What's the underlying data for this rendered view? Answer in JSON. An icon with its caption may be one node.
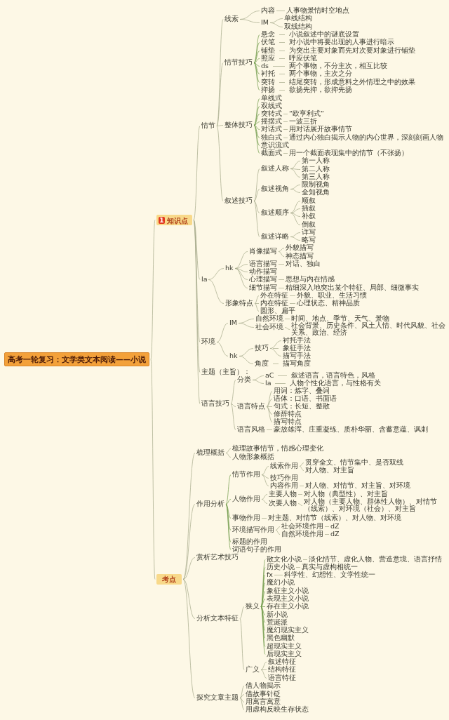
{
  "diagram": {
    "nodes": [
      {
        "text": [
          "高考一轮复习：文学类文本阅读——小说"
        ]
      },
      {
        "text": [
          "1",
          "知识点"
        ]
      },
      {
        "text": [
          "情节"
        ]
      },
      {
        "text": [
          "线索"
        ]
      },
      {
        "text": [
          "内容"
        ]
      },
      {
        "text": [
          "人事物景情时空地点"
        ]
      },
      {
        "text": [
          "IM"
        ]
      },
      {
        "text": [
          "单线结构"
        ]
      },
      {
        "text": [
          "双线结构"
        ]
      },
      {
        "text": [
          "情节技巧"
        ]
      },
      {
        "text": [
          "悬念"
        ]
      },
      {
        "text": [
          "小说叙述中的谜底设置"
        ]
      },
      {
        "text": [
          "伏笔"
        ]
      },
      {
        "text": [
          "对小说中将要出现的人事进行暗示"
        ]
      },
      {
        "text": [
          "铺垫"
        ]
      },
      {
        "text": [
          "为突出主要对象而先对次要对象进行铺垫"
        ]
      },
      {
        "text": [
          "照应"
        ]
      },
      {
        "text": [
          "呼应伏笔"
        ]
      },
      {
        "text": [
          "ds"
        ]
      },
      {
        "text": [
          "两个事物，不分主次，相互比较"
        ]
      },
      {
        "text": [
          "衬托"
        ]
      },
      {
        "text": [
          "两个事物，主次之分"
        ]
      },
      {
        "text": [
          "突转"
        ]
      },
      {
        "text": [
          "结尾突转，形成意料之外情理之中的效果"
        ]
      },
      {
        "text": [
          "抑扬"
        ]
      },
      {
        "text": [
          "欲扬先抑，欲抑先扬"
        ]
      },
      {
        "text": [
          "整体技巧"
        ]
      },
      {
        "text": [
          "单线式"
        ]
      },
      {
        "text": [
          "双线式"
        ]
      },
      {
        "text": [
          "突转式"
        ]
      },
      {
        "text": [
          "“欧亨利式”"
        ]
      },
      {
        "text": [
          "摇摆式"
        ]
      },
      {
        "text": [
          "一波三折"
        ]
      },
      {
        "text": [
          "对话式"
        ]
      },
      {
        "text": [
          "用对话展开故事情节"
        ]
      },
      {
        "text": [
          "独白式"
        ]
      },
      {
        "text": [
          "通过内心独白揭示人物的内心世界，深刻刻画人物"
        ]
      },
      {
        "text": [
          "意识流式"
        ]
      },
      {
        "text": [
          "截面式"
        ]
      },
      {
        "text": [
          "用一个截面表现集中的情节（不张扬）"
        ]
      },
      {
        "text": [
          "叙述技巧"
        ]
      },
      {
        "text": [
          "叙述人称"
        ]
      },
      {
        "text": [
          "第一人称"
        ]
      },
      {
        "text": [
          "第二人称"
        ]
      },
      {
        "text": [
          "第三人称"
        ]
      },
      {
        "text": [
          "叙述视角"
        ]
      },
      {
        "text": [
          "限制视角"
        ]
      },
      {
        "text": [
          "全知视角"
        ]
      },
      {
        "text": [
          "叙述顺序"
        ]
      },
      {
        "text": [
          "顺叙"
        ]
      },
      {
        "text": [
          "插叙"
        ]
      },
      {
        "text": [
          "补叙"
        ]
      },
      {
        "text": [
          "倒叙"
        ]
      },
      {
        "text": [
          "叙述详略"
        ]
      },
      {
        "text": [
          "详写"
        ]
      },
      {
        "text": [
          "略写"
        ]
      },
      {
        "text": [
          "la"
        ]
      },
      {
        "text": [
          "hk"
        ]
      },
      {
        "text": [
          "肖像描写"
        ]
      },
      {
        "text": [
          "外貌描写"
        ]
      },
      {
        "text": [
          "神态描写"
        ]
      },
      {
        "text": [
          "语言描写"
        ]
      },
      {
        "text": [
          "对话、独白"
        ]
      },
      {
        "text": [
          "动作描写"
        ]
      },
      {
        "text": [
          "心理描写"
        ]
      },
      {
        "text": [
          "思想与内在情感"
        ]
      },
      {
        "text": [
          "细节描写"
        ]
      },
      {
        "text": [
          "精细深入地突出某个特征、局部、细微事实"
        ]
      },
      {
        "text": [
          "形象特点"
        ]
      },
      {
        "text": [
          "外在特征"
        ]
      },
      {
        "text": [
          "外貌、职业、生活习惯"
        ]
      },
      {
        "text": [
          "内在特征"
        ]
      },
      {
        "text": [
          "心理状态、精神品质"
        ]
      },
      {
        "text": [
          "圆形、扁平"
        ]
      },
      {
        "text": [
          "环境"
        ]
      },
      {
        "text": [
          "IM"
        ]
      },
      {
        "text": [
          "自然环境"
        ]
      },
      {
        "text": [
          "时间、地点、季节、天气、景物"
        ]
      },
      {
        "text": [
          "社会环境"
        ]
      },
      {
        "text": [
          "社会背景、历史条件、风土人情、时代风貌、社会关系、政治、经济"
        ]
      },
      {
        "text": [
          "hk"
        ]
      },
      {
        "text": [
          "技巧"
        ]
      },
      {
        "text": [
          "衬托手法"
        ]
      },
      {
        "text": [
          "象征手法"
        ]
      },
      {
        "text": [
          "描写手法"
        ]
      },
      {
        "text": [
          "角度"
        ]
      },
      {
        "text": [
          "描写角度"
        ]
      },
      {
        "text": [
          "主题（主旨）："
        ]
      },
      {
        "text": [
          "语言技巧"
        ]
      },
      {
        "text": [
          "分类"
        ]
      },
      {
        "text": [
          "aC"
        ]
      },
      {
        "text": [
          "叙述语言，语言特色，风格"
        ]
      },
      {
        "text": [
          "la"
        ]
      },
      {
        "text": [
          "人物个性化语言，与性格有关"
        ]
      },
      {
        "text": [
          "语言特点"
        ]
      },
      {
        "text": [
          "用词：炼字、叠词"
        ]
      },
      {
        "text": [
          "语体：口语、书面语"
        ]
      },
      {
        "text": [
          "句式：长短、整散"
        ]
      },
      {
        "text": [
          "修辞特点"
        ]
      },
      {
        "text": [
          "描写特点"
        ]
      },
      {
        "text": [
          "语言风格"
        ]
      },
      {
        "text": [
          "豪放雄浑、庄重凝练、质朴华丽、含蓄意蕴、讽刺"
        ]
      },
      {
        "text": [
          "考点"
        ]
      },
      {
        "text": [
          "梳理概括"
        ]
      },
      {
        "text": [
          "梳理故事情节，情感心理变化"
        ]
      },
      {
        "text": [
          "人物形象概括"
        ]
      },
      {
        "text": [
          "作用分析"
        ]
      },
      {
        "text": [
          "情节作用"
        ]
      },
      {
        "text": [
          "线索作用"
        ]
      },
      {
        "text": [
          "贯穿全文、情节集中、是否双线"
        ]
      },
      {
        "text": [
          "对人物、对主旨"
        ]
      },
      {
        "text": [
          "技巧作用"
        ]
      },
      {
        "text": [
          "内容作用"
        ]
      },
      {
        "text": [
          "对人物、对情节、对主旨、对环境"
        ]
      },
      {
        "text": [
          "人物作用"
        ]
      },
      {
        "text": [
          "主要人物"
        ]
      },
      {
        "text": [
          "对人物（典型性）、对主旨"
        ]
      },
      {
        "text": [
          "次要人物"
        ]
      },
      {
        "text": [
          "对人物（主要人物、群体性人物）、对情节（线索）、对环境（社会）、对主旨"
        ]
      },
      {
        "text": [
          "事物作用"
        ]
      },
      {
        "text": [
          "对主题、对情节（线索）、对人物、对环境"
        ]
      },
      {
        "text": [
          "环境描写作用"
        ]
      },
      {
        "text": [
          "社会环境作用"
        ]
      },
      {
        "text": [
          "dZ"
        ]
      },
      {
        "text": [
          "自然环境作用"
        ]
      },
      {
        "text": [
          "dZ"
        ]
      },
      {
        "text": [
          "标题的作用"
        ]
      },
      {
        "text": [
          "词语句子的作用"
        ]
      },
      {
        "text": [
          "赏析艺术技巧"
        ]
      },
      {
        "text": [
          "分析文本特征"
        ]
      },
      {
        "text": [
          "狭义"
        ]
      },
      {
        "text": [
          "散文化小说"
        ]
      },
      {
        "text": [
          "淡化情节、虚化人物、营造意境、语言抒情"
        ]
      },
      {
        "text": [
          "历史小说"
        ]
      },
      {
        "text": [
          "真实与虚构相统一"
        ]
      },
      {
        "text": [
          "fx"
        ]
      },
      {
        "text": [
          "科学性、幻想性、文学性统一"
        ]
      },
      {
        "text": [
          "魔幻小说"
        ]
      },
      {
        "text": [
          "象征主义小说"
        ]
      },
      {
        "text": [
          "表现主义小说"
        ]
      },
      {
        "text": [
          "存在主义小说"
        ]
      },
      {
        "text": [
          "新小说"
        ]
      },
      {
        "text": [
          "荒诞派"
        ]
      },
      {
        "text": [
          "魔幻现实主义"
        ]
      },
      {
        "text": [
          "黑色幽默"
        ]
      },
      {
        "text": [
          "超现实主义"
        ]
      },
      {
        "text": [
          "后现实主义"
        ]
      },
      {
        "text": [
          "广义"
        ]
      },
      {
        "text": [
          "叙述特征"
        ]
      },
      {
        "text": [
          "结构特征"
        ]
      },
      {
        "text": [
          "语言特征"
        ]
      },
      {
        "text": [
          "探究文章主题"
        ]
      },
      {
        "text": [
          "借人物揭示"
        ]
      },
      {
        "text": [
          "借故事针砭"
        ]
      },
      {
        "text": [
          "用寓言寓意"
        ]
      },
      {
        "text": [
          "用虚构反映生存状态"
        ]
      }
    ],
    "edges": [
      {
        "from": 0,
        "to": 1,
        "arrow": "none"
      },
      {
        "from": 1,
        "to": 2,
        "arrow": "none"
      },
      {
        "from": 2,
        "to": 3,
        "arrow": "none"
      },
      {
        "from": 3,
        "to": 4,
        "arrow": "none"
      },
      {
        "from": 4,
        "to": 5,
        "arrow": "none"
      },
      {
        "from": 3,
        "to": 6,
        "arrow": "none"
      },
      {
        "from": 6,
        "to": 7,
        "arrow": "none"
      },
      {
        "from": 6,
        "to": 8,
        "arrow": "none"
      },
      {
        "from": 2,
        "to": 9,
        "arrow": "none"
      },
      {
        "from": 9,
        "to": 10,
        "arrow": "none"
      },
      {
        "from": 10,
        "to": 11,
        "arrow": "none"
      },
      {
        "from": 9,
        "to": 12,
        "arrow": "none"
      },
      {
        "from": 12,
        "to": 13,
        "arrow": "none"
      },
      {
        "from": 9,
        "to": 14,
        "arrow": "none"
      },
      {
        "from": 14,
        "to": 15,
        "arrow": "none"
      },
      {
        "from": 9,
        "to": 16,
        "arrow": "none"
      },
      {
        "from": 16,
        "to": 17,
        "arrow": "none"
      },
      {
        "from": 9,
        "to": 18,
        "arrow": "none"
      },
      {
        "from": 18,
        "to": 19,
        "arrow": "none"
      },
      {
        "from": 9,
        "to": 20,
        "arrow": "none"
      },
      {
        "from": 20,
        "to": 21,
        "arrow": "none"
      },
      {
        "from": 9,
        "to": 22,
        "arrow": "none"
      },
      {
        "from": 22,
        "to": 23,
        "arrow": "none"
      },
      {
        "from": 9,
        "to": 24,
        "arrow": "none"
      },
      {
        "from": 24,
        "to": 25,
        "arrow": "none"
      },
      {
        "from": 2,
        "to": 26,
        "arrow": "none"
      },
      {
        "from": 26,
        "to": 27,
        "arrow": "none"
      },
      {
        "from": 26,
        "to": 28,
        "arrow": "none"
      },
      {
        "from": 26,
        "to": 29,
        "arrow": "none"
      },
      {
        "from": 29,
        "to": 30,
        "arrow": "none"
      },
      {
        "from": 26,
        "to": 31,
        "arrow": "none"
      },
      {
        "from": 31,
        "to": 32,
        "arrow": "none"
      },
      {
        "from": 26,
        "to": 33,
        "arrow": "none"
      },
      {
        "from": 33,
        "to": 34,
        "arrow": "none"
      },
      {
        "from": 26,
        "to": 35,
        "arrow": "none"
      },
      {
        "from": 35,
        "to": 36,
        "arrow": "none"
      },
      {
        "from": 26,
        "to": 37,
        "arrow": "none"
      },
      {
        "from": 26,
        "to": 38,
        "arrow": "none"
      },
      {
        "from": 38,
        "to": 39,
        "arrow": "none"
      },
      {
        "from": 2,
        "to": 40,
        "arrow": "none"
      },
      {
        "from": 40,
        "to": 41,
        "arrow": "none"
      },
      {
        "from": 41,
        "to": 42,
        "arrow": "none"
      },
      {
        "from": 41,
        "to": 43,
        "arrow": "none"
      },
      {
        "from": 41,
        "to": 44,
        "arrow": "none"
      },
      {
        "from": 40,
        "to": 45,
        "arrow": "none"
      },
      {
        "from": 45,
        "to": 46,
        "arrow": "none"
      },
      {
        "from": 45,
        "to": 47,
        "arrow": "none"
      },
      {
        "from": 40,
        "to": 48,
        "arrow": "none"
      },
      {
        "from": 48,
        "to": 49,
        "arrow": "none"
      },
      {
        "from": 48,
        "to": 50,
        "arrow": "none"
      },
      {
        "from": 48,
        "to": 51,
        "arrow": "none"
      },
      {
        "from": 48,
        "to": 52,
        "arrow": "none"
      },
      {
        "from": 40,
        "to": 53,
        "arrow": "none"
      },
      {
        "from": 53,
        "to": 54,
        "arrow": "none"
      },
      {
        "from": 53,
        "to": 55,
        "arrow": "none"
      },
      {
        "from": 1,
        "to": 56,
        "arrow": "none"
      },
      {
        "from": 56,
        "to": 57,
        "arrow": "none"
      },
      {
        "from": 57,
        "to": 58,
        "arrow": "none"
      },
      {
        "from": 58,
        "to": 59,
        "arrow": "none"
      },
      {
        "from": 58,
        "to": 60,
        "arrow": "none"
      },
      {
        "from": 57,
        "to": 61,
        "arrow": "none"
      },
      {
        "from": 61,
        "to": 62,
        "arrow": "none"
      },
      {
        "from": 57,
        "to": 63,
        "arrow": "none"
      },
      {
        "from": 57,
        "to": 64,
        "arrow": "none"
      },
      {
        "from": 64,
        "to": 65,
        "arrow": "none"
      },
      {
        "from": 57,
        "to": 66,
        "arrow": "none"
      },
      {
        "from": 66,
        "to": 67,
        "arrow": "none"
      },
      {
        "from": 56,
        "to": 68,
        "arrow": "none"
      },
      {
        "from": 68,
        "to": 69,
        "arrow": "none"
      },
      {
        "from": 69,
        "to": 70,
        "arrow": "none"
      },
      {
        "from": 68,
        "to": 71,
        "arrow": "none"
      },
      {
        "from": 71,
        "to": 72,
        "arrow": "none"
      },
      {
        "from": 68,
        "to": 73,
        "arrow": "none"
      },
      {
        "from": 1,
        "to": 74,
        "arrow": "none"
      },
      {
        "from": 74,
        "to": 75,
        "arrow": "none"
      },
      {
        "from": 75,
        "to": 76,
        "arrow": "none"
      },
      {
        "from": 76,
        "to": 77,
        "arrow": "none"
      },
      {
        "from": 75,
        "to": 78,
        "arrow": "none"
      },
      {
        "from": 78,
        "to": 79,
        "arrow": "none"
      },
      {
        "from": 74,
        "to": 80,
        "arrow": "none"
      },
      {
        "from": 80,
        "to": 81,
        "arrow": "none"
      },
      {
        "from": 81,
        "to": 82,
        "arrow": "none"
      },
      {
        "from": 81,
        "to": 83,
        "arrow": "none"
      },
      {
        "from": 81,
        "to": 84,
        "arrow": "none"
      },
      {
        "from": 80,
        "to": 85,
        "arrow": "none"
      },
      {
        "from": 85,
        "to": 86,
        "arrow": "none"
      },
      {
        "from": 1,
        "to": 87,
        "arrow": "none"
      },
      {
        "from": 1,
        "to": 88,
        "arrow": "none"
      },
      {
        "from": 88,
        "to": 89,
        "arrow": "none"
      },
      {
        "from": 89,
        "to": 90,
        "arrow": "none"
      },
      {
        "from": 90,
        "to": 91,
        "arrow": "none"
      },
      {
        "from": 89,
        "to": 92,
        "arrow": "none"
      },
      {
        "from": 92,
        "to": 93,
        "arrow": "none"
      },
      {
        "from": 88,
        "to": 94,
        "arrow": "none"
      },
      {
        "from": 94,
        "to": 95,
        "arrow": "none"
      },
      {
        "from": 94,
        "to": 96,
        "arrow": "none"
      },
      {
        "from": 94,
        "to": 97,
        "arrow": "none"
      },
      {
        "from": 94,
        "to": 98,
        "arrow": "none"
      },
      {
        "from": 94,
        "to": 99,
        "arrow": "none"
      },
      {
        "from": 88,
        "to": 100,
        "arrow": "none"
      },
      {
        "from": 100,
        "to": 101,
        "arrow": "none"
      },
      {
        "from": 0,
        "to": 102,
        "arrow": "none"
      },
      {
        "from": 102,
        "to": 103,
        "arrow": "none"
      },
      {
        "from": 103,
        "to": 104,
        "arrow": "none"
      },
      {
        "from": 103,
        "to": 105,
        "arrow": "none"
      },
      {
        "from": 102,
        "to": 106,
        "arrow": "none"
      },
      {
        "from": 106,
        "to": 107,
        "arrow": "none"
      },
      {
        "from": 107,
        "to": 108,
        "arrow": "none"
      },
      {
        "from": 108,
        "to": 109,
        "arrow": "none"
      },
      {
        "from": 108,
        "to": 110,
        "arrow": "none"
      },
      {
        "from": 107,
        "to": 111,
        "arrow": "none"
      },
      {
        "from": 107,
        "to": 112,
        "arrow": "none"
      },
      {
        "from": 112,
        "to": 113,
        "arrow": "none"
      },
      {
        "from": 106,
        "to": 114,
        "arrow": "none"
      },
      {
        "from": 114,
        "to": 115,
        "arrow": "none"
      },
      {
        "from": 115,
        "to": 116,
        "arrow": "none"
      },
      {
        "from": 114,
        "to": 117,
        "arrow": "none"
      },
      {
        "from": 117,
        "to": 118,
        "arrow": "none"
      },
      {
        "from": 106,
        "to": 119,
        "arrow": "none"
      },
      {
        "from": 119,
        "to": 120,
        "arrow": "none"
      },
      {
        "from": 106,
        "to": 121,
        "arrow": "none"
      },
      {
        "from": 121,
        "to": 122,
        "arrow": "none"
      },
      {
        "from": 122,
        "to": 123,
        "arrow": "none"
      },
      {
        "from": 121,
        "to": 124,
        "arrow": "none"
      },
      {
        "from": 124,
        "to": 125,
        "arrow": "none"
      },
      {
        "from": 106,
        "to": 126,
        "arrow": "none"
      },
      {
        "from": 106,
        "to": 127,
        "arrow": "none"
      },
      {
        "from": 102,
        "to": 128,
        "arrow": "none"
      },
      {
        "from": 102,
        "to": 129,
        "arrow": "none"
      },
      {
        "from": 129,
        "to": 130,
        "arrow": "none"
      },
      {
        "from": 130,
        "to": 131,
        "arrow": "none"
      },
      {
        "from": 131,
        "to": 132,
        "arrow": "none"
      },
      {
        "from": 130,
        "to": 133,
        "arrow": "none"
      },
      {
        "from": 133,
        "to": 134,
        "arrow": "none"
      },
      {
        "from": 130,
        "to": 135,
        "arrow": "none"
      },
      {
        "from": 135,
        "to": 136,
        "arrow": "none"
      },
      {
        "from": 130,
        "to": 137,
        "arrow": "none"
      },
      {
        "from": 130,
        "to": 138,
        "arrow": "none"
      },
      {
        "from": 130,
        "to": 139,
        "arrow": "none"
      },
      {
        "from": 130,
        "to": 140,
        "arrow": "none"
      },
      {
        "from": 130,
        "to": 141,
        "arrow": "none"
      },
      {
        "from": 130,
        "to": 142,
        "arrow": "none"
      },
      {
        "from": 130,
        "to": 143,
        "arrow": "none"
      },
      {
        "from": 130,
        "to": 144,
        "arrow": "none"
      },
      {
        "from": 130,
        "to": 145,
        "arrow": "none"
      },
      {
        "from": 130,
        "to": 146,
        "arrow": "none"
      },
      {
        "from": 129,
        "to": 147,
        "arrow": "none"
      },
      {
        "from": 147,
        "to": 148,
        "arrow": "none"
      },
      {
        "from": 147,
        "to": 149,
        "arrow": "none"
      },
      {
        "from": 147,
        "to": 150,
        "arrow": "none"
      },
      {
        "from": 102,
        "to": 151,
        "arrow": "none"
      },
      {
        "from": 151,
        "to": 152,
        "arrow": "none"
      },
      {
        "from": 151,
        "to": 153,
        "arrow": "none"
      },
      {
        "from": 151,
        "to": 154,
        "arrow": "none"
      },
      {
        "from": 151,
        "to": 155,
        "arrow": "none"
      }
    ]
  }
}
